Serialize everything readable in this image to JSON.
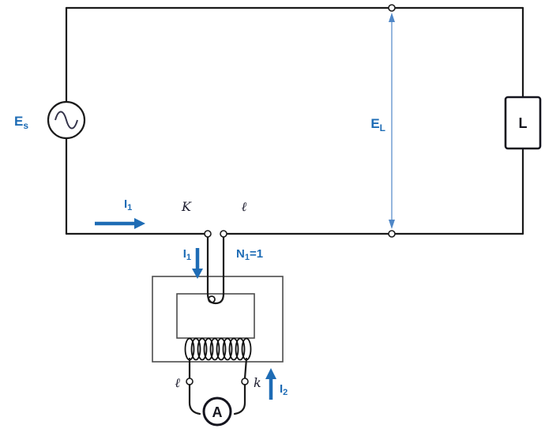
{
  "colors": {
    "accent": "#1e6cb5",
    "dim_arrow": "#4f87c7",
    "wire": "#1a1a1a"
  },
  "labels": {
    "es": {
      "base": "E",
      "sub": "s"
    },
    "el": {
      "base": "E",
      "sub": "L"
    },
    "load": "L",
    "i1_line": {
      "base": "I",
      "sub": "1"
    },
    "i1_primary": {
      "base": "I",
      "sub": "1"
    },
    "n1": {
      "base": "N",
      "sub": "1",
      "eq": "=1"
    },
    "k_top": "K",
    "l_top": "ℓ",
    "l_bottom": "ℓ",
    "k_bottom": "k",
    "i2": {
      "base": "I",
      "sub": "2"
    },
    "ammeter": "A"
  }
}
